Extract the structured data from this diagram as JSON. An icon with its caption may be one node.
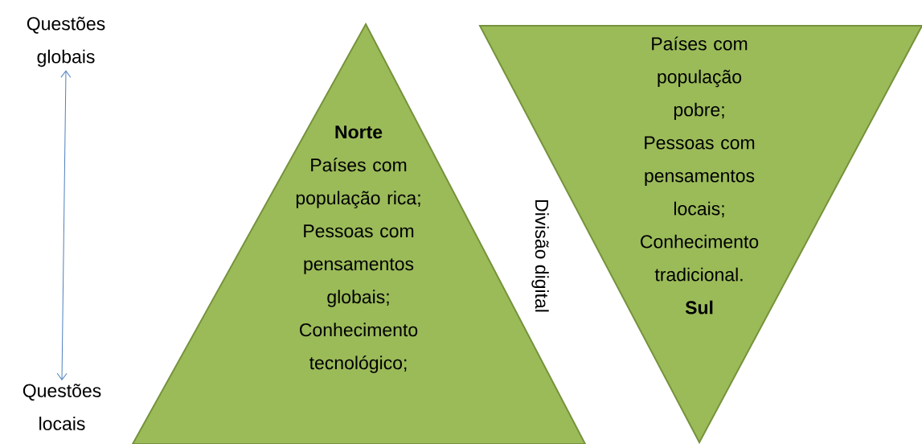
{
  "diagram": {
    "nodes": [
      {
        "text": [
          "Norte",
          "Países com população rica; Pessoas com pensamentos globais; Conhecimento tecnológico;"
        ]
      },
      {
        "text": [
          "Países com população pobre; Pessoas com pensamentos locais; Conhecimento tradicional.",
          "Sul"
        ]
      },
      {
        "text": [
          "Questões globais"
        ]
      },
      {
        "text": [
          "Questões locais"
        ]
      }
    ],
    "edges": [
      {
        "from": 2,
        "to": 3,
        "arrow": "both"
      }
    ],
    "labels": [
      "Divisão digital"
    ]
  }
}
